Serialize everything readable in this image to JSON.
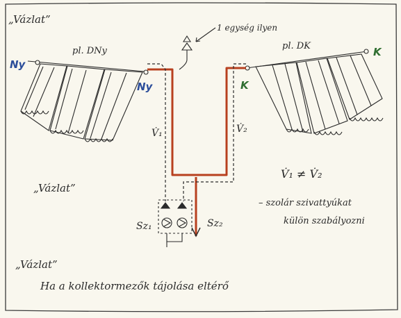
{
  "sketch_label": "„Vázlat”",
  "note_unit": "1 egység ilyen",
  "field_left": {
    "name": "pl. DNy",
    "end_label": "Ny",
    "port_label": "Ny"
  },
  "field_right": {
    "name": "pl. DK",
    "end_label": "K",
    "port_label": "K"
  },
  "flow_v1": "V̇₁",
  "flow_v2": "V̇₂",
  "pump_sz1": "Sz₁",
  "pump_sz2": "Sz₂",
  "note_formula": "V̇₁ ≠ V̇₂",
  "note_line1": "– szolár szivattyúkat",
  "note_line2": "külön szabályozni",
  "caption": "Ha a kollektormezők tájolása eltérő",
  "colors": {
    "pipe_hot": "#b8401f",
    "ink": "#2a2a2a",
    "label_blue": "#2b4d9a",
    "label_green": "#2f6e30",
    "frame": "#333333"
  }
}
